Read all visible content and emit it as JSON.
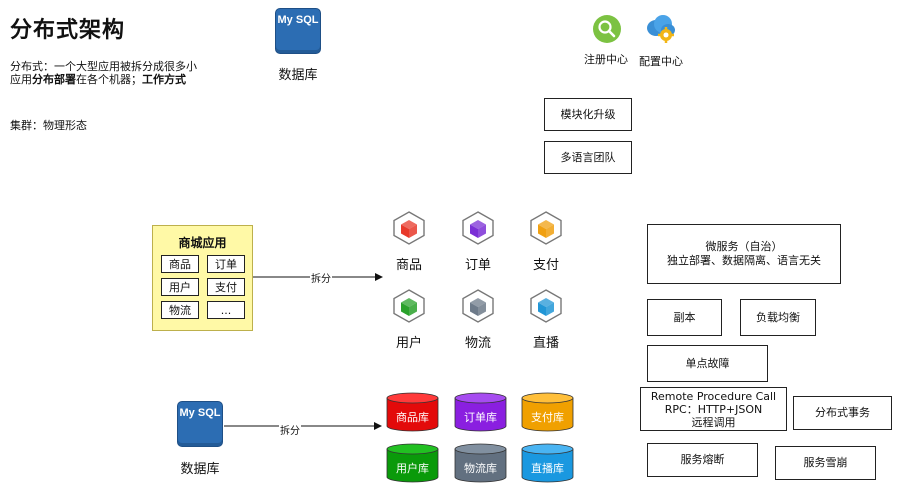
{
  "title": "分布式架构",
  "description": {
    "part1": "分布式：一个大型应用被拆分成很多小应用",
    "bold1": "分布部署",
    "part2": "在各个机器；",
    "bold2": "工作方式"
  },
  "cluster": "集群：物理形态",
  "top_db": {
    "logo": "My SQL",
    "label": "数据库"
  },
  "registry": {
    "label": "注册中心",
    "icon": "search-icon",
    "color": "#7cc242"
  },
  "config": {
    "label": "配置中心",
    "icon": "cloud-gear-icon",
    "color": "#3a8fd6"
  },
  "boxes": {
    "modular_upgrade": "模块化升级",
    "multi_language": "多语言团队",
    "microservice_line1": "微服务（自治）",
    "microservice_line2": "独立部署、数据隔离、语言无关",
    "replica": "副本",
    "load_balance": "负载均衡",
    "single_point": "单点故障",
    "rpc_line1": "Remote Procedure Call",
    "rpc_line2": "RPC：HTTP+JSON",
    "rpc_line3": "远程调用",
    "distributed_tx": "分布式事务",
    "circuit_breaker": "服务熔断",
    "avalanche": "服务雪崩"
  },
  "mall": {
    "title": "商城应用",
    "cells": [
      "商品",
      "订单",
      "用户",
      "支付",
      "物流",
      "..."
    ]
  },
  "split_label": "拆分",
  "services": [
    {
      "name": "商品",
      "color": "#e8392b"
    },
    {
      "name": "订单",
      "color": "#7b2fd6"
    },
    {
      "name": "支付",
      "color": "#f0a011"
    },
    {
      "name": "用户",
      "color": "#2aa12b"
    },
    {
      "name": "物流",
      "color": "#6e7b8a"
    },
    {
      "name": "直播",
      "color": "#2196d6"
    }
  ],
  "bottom_db": {
    "logo": "My SQL",
    "label": "数据库"
  },
  "databases": [
    {
      "name": "商品库",
      "color": "#e30a0a",
      "top": "#ff3a3a"
    },
    {
      "name": "订单库",
      "color": "#8a1fe0",
      "top": "#a64cf0"
    },
    {
      "name": "支付库",
      "color": "#f0a000",
      "top": "#ffbf3a"
    },
    {
      "name": "用户库",
      "color": "#0a9a0a",
      "top": "#22c022"
    },
    {
      "name": "物流库",
      "color": "#627080",
      "top": "#8190a0"
    },
    {
      "name": "直播库",
      "color": "#1a98e0",
      "top": "#4ab4f2"
    }
  ]
}
